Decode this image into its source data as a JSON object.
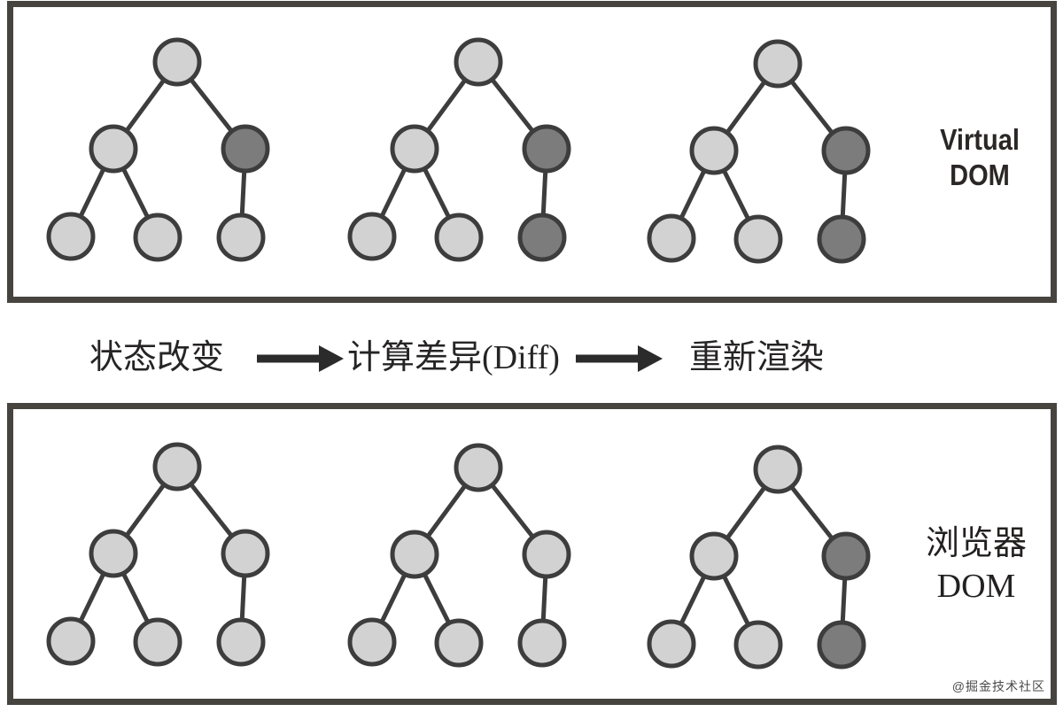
{
  "colors": {
    "node_light": "#d2d2d2",
    "node_dark": "#7c7c7c",
    "node_stroke": "#3d3d3d",
    "edge_line": "#3d3d3d",
    "box_border": "#474440",
    "arrow": "#2b2b2b",
    "text": "#262424",
    "background": "#ffffff"
  },
  "top_box": {
    "label_lines": [
      "Virtual",
      "DOM"
    ],
    "trees": [
      {
        "nodes": [
          "light",
          "light",
          "dark",
          "light",
          "light",
          "light"
        ]
      },
      {
        "nodes": [
          "light",
          "light",
          "dark",
          "light",
          "light",
          "dark"
        ]
      },
      {
        "nodes": [
          "light",
          "light",
          "dark",
          "light",
          "light",
          "dark"
        ]
      }
    ]
  },
  "flow": {
    "steps": [
      "状态改变",
      "计算差异(Diff)",
      "重新渲染"
    ]
  },
  "bottom_box": {
    "label_lines": [
      "浏览器",
      "DOM"
    ],
    "trees": [
      {
        "nodes": [
          "light",
          "light",
          "light",
          "light",
          "light",
          "light"
        ]
      },
      {
        "nodes": [
          "light",
          "light",
          "light",
          "light",
          "light",
          "light"
        ]
      },
      {
        "nodes": [
          "light",
          "light",
          "dark",
          "light",
          "light",
          "dark"
        ]
      }
    ]
  },
  "watermark": "@掘金技术社区"
}
